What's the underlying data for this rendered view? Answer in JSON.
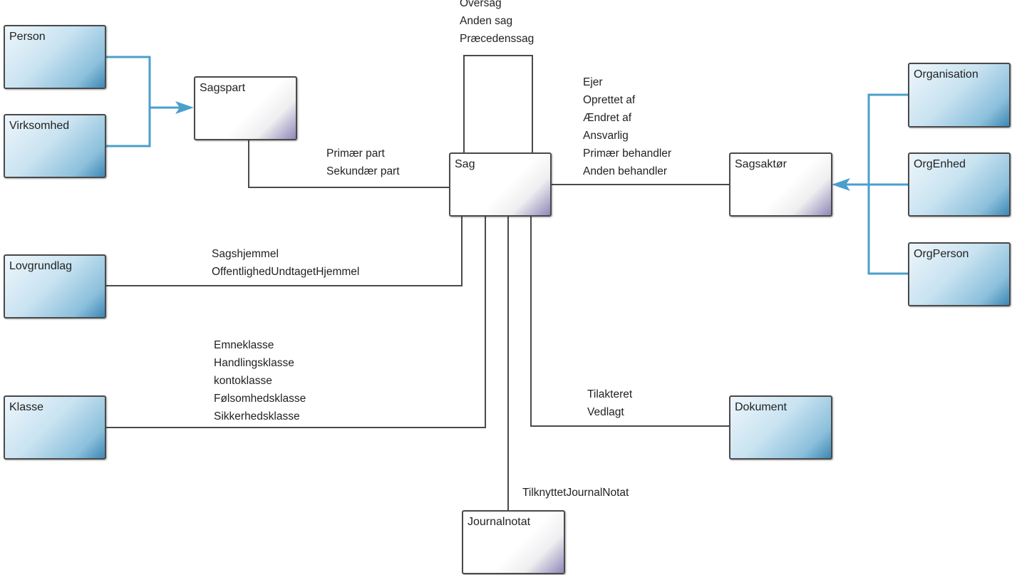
{
  "entities": {
    "person": "Person",
    "virksomhed": "Virksomhed",
    "sagspart": "Sagspart",
    "sag": "Sag",
    "sagsaktor": "Sagsaktør",
    "organisation": "Organisation",
    "orgenhed": "OrgEnhed",
    "orgperson": "OrgPerson",
    "lovgrundlag": "Lovgrundlag",
    "klasse": "Klasse",
    "dokument": "Dokument",
    "journalnotat": "Journalnotat"
  },
  "relations": {
    "sag_self": [
      "Oversag",
      "Anden sag",
      "Præcedenssag"
    ],
    "sagspart": [
      "Primær part",
      "Sekundær part"
    ],
    "sagsaktor": [
      "Ejer",
      "Oprettet af",
      "Ændret af",
      "Ansvarlig",
      "Primær behandler",
      "Anden behandler"
    ],
    "lovgrundlag": [
      "Sagshjemmel",
      "OffentlighedUndtagetHjemmel"
    ],
    "klasse": [
      "Emneklasse",
      "Handlingsklasse",
      "kontoklasse",
      "Følsomhedsklasse",
      "Sikkerhedsklasse"
    ],
    "dokument": [
      "Tilakteret",
      "Vedlagt"
    ],
    "journalnotat": [
      "TilknyttetJournalNotat"
    ]
  },
  "colors": {
    "generalization": "#4a9fcc",
    "association": "#4a4a4a",
    "external_entity": "#8cc0dc"
  }
}
